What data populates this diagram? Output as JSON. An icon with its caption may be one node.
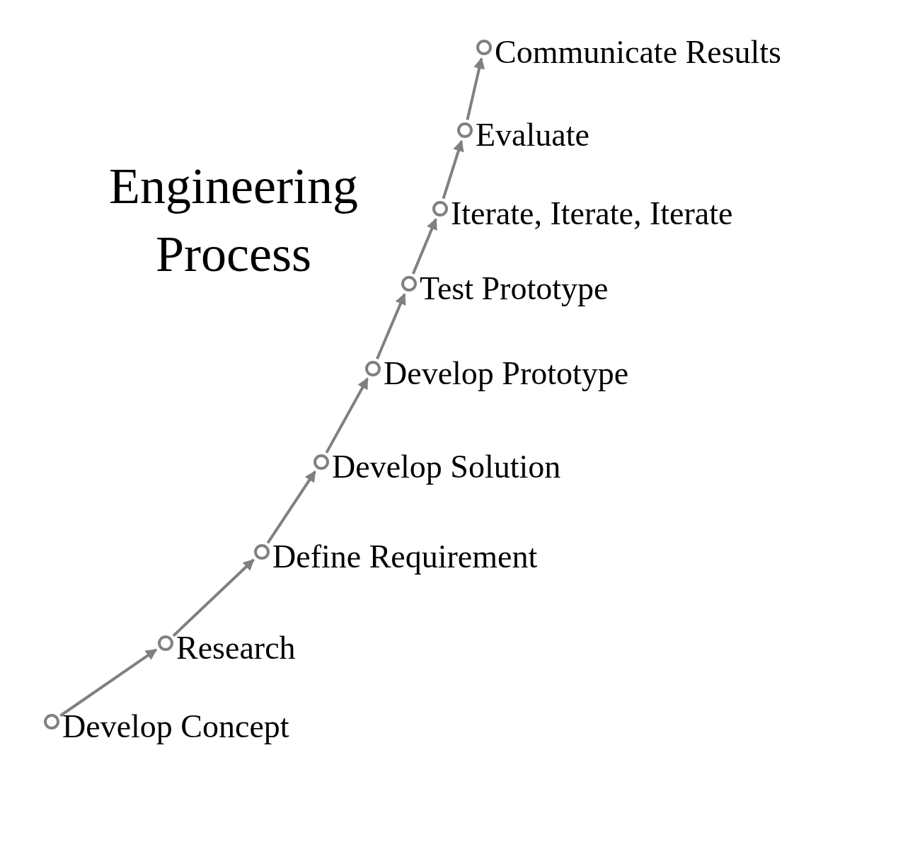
{
  "diagram": {
    "title": "Engineering Process",
    "nodes": [
      {
        "text": [
          "Develop Concept"
        ]
      },
      {
        "text": [
          "Research"
        ]
      },
      {
        "text": [
          "Define Requirement"
        ]
      },
      {
        "text": [
          "Develop Solution"
        ]
      },
      {
        "text": [
          "Develop Prototype"
        ]
      },
      {
        "text": [
          "Test Prototype"
        ]
      },
      {
        "text": [
          "Iterate, Iterate, Iterate"
        ]
      },
      {
        "text": [
          "Evaluate"
        ]
      },
      {
        "text": [
          "Communicate Results"
        ]
      }
    ],
    "edges": [
      {
        "from": 0,
        "to": 1,
        "arrow": "to"
      },
      {
        "from": 1,
        "to": 2,
        "arrow": "to"
      },
      {
        "from": 2,
        "to": 3,
        "arrow": "to"
      },
      {
        "from": 3,
        "to": 4,
        "arrow": "to"
      },
      {
        "from": 4,
        "to": 5,
        "arrow": "to"
      },
      {
        "from": 5,
        "to": 6,
        "arrow": "to"
      },
      {
        "from": 6,
        "to": 7,
        "arrow": "to"
      },
      {
        "from": 7,
        "to": 8,
        "arrow": "to"
      }
    ]
  }
}
